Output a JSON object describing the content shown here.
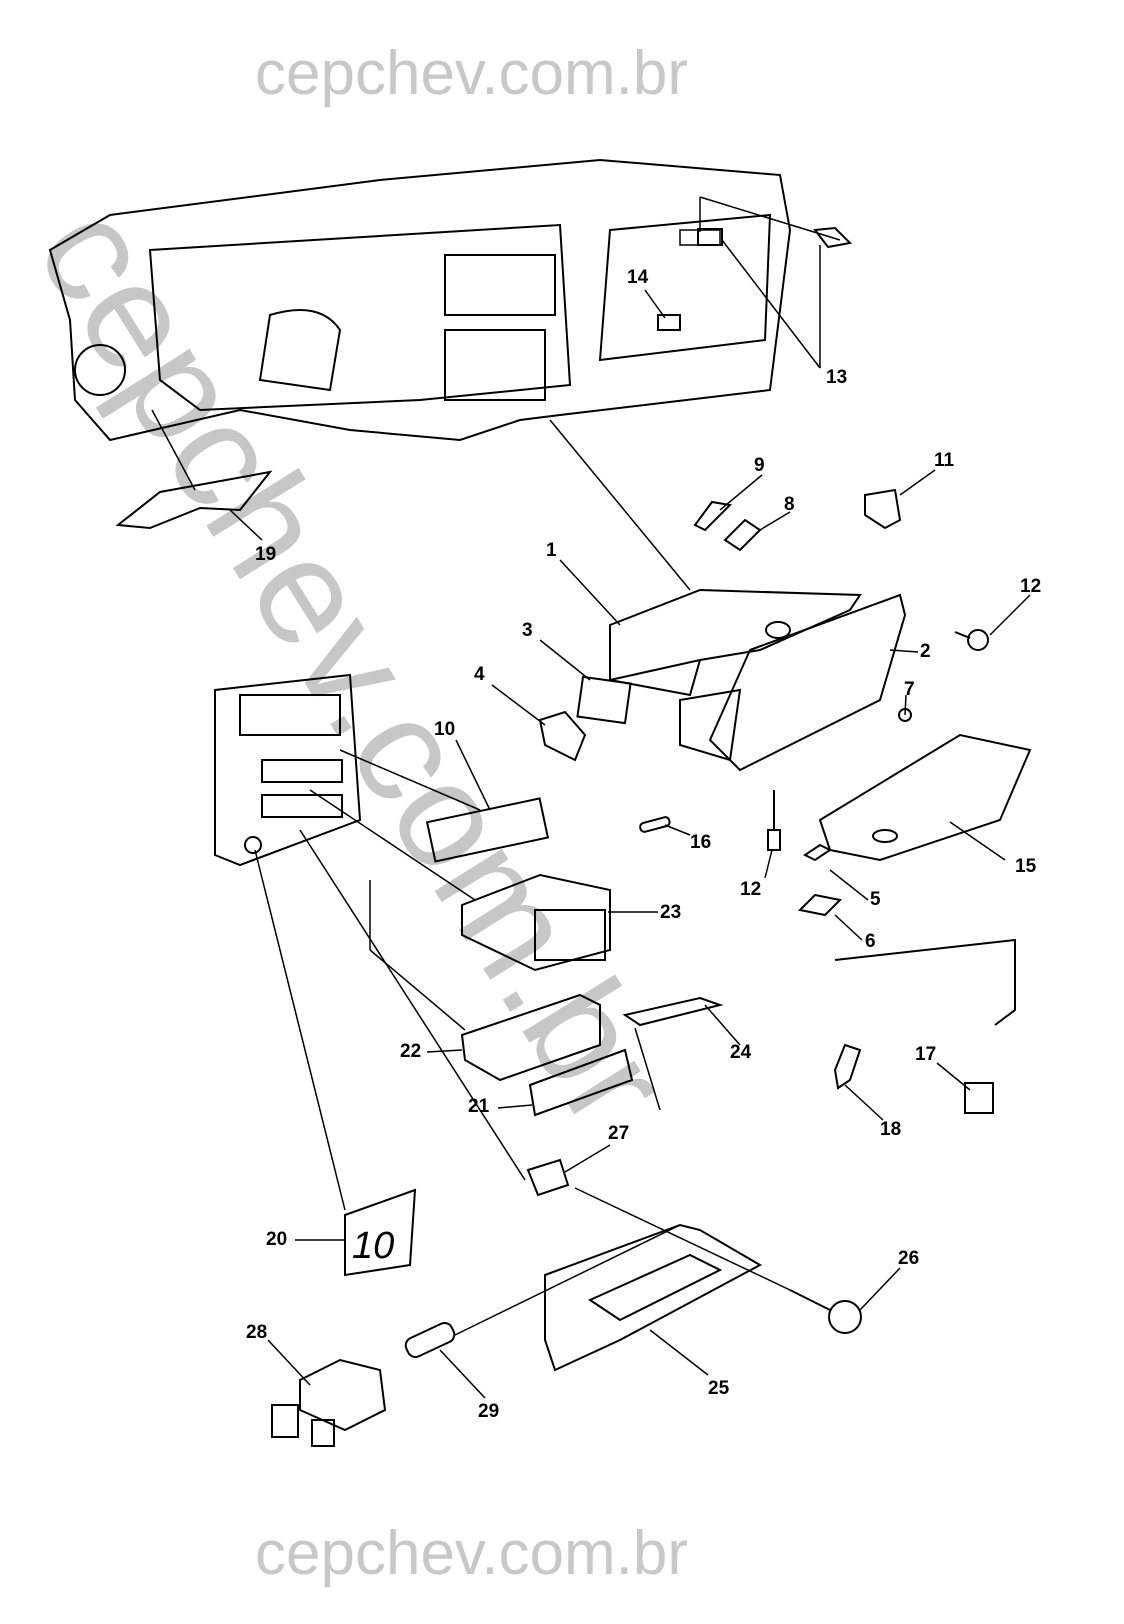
{
  "watermark": {
    "top": "cepchev.com.br",
    "bottom": "cepchev.com.br",
    "diagonal": "cepchev.com.br"
  },
  "callouts": [
    "1",
    "2",
    "3",
    "4",
    "5",
    "6",
    "7",
    "8",
    "9",
    "10",
    "11",
    "12",
    "12",
    "13",
    "14",
    "15",
    "16",
    "17",
    "18",
    "19",
    "20",
    "21",
    "22",
    "23",
    "24",
    "25",
    "26",
    "27",
    "28",
    "29"
  ],
  "part_20_marking": "10"
}
